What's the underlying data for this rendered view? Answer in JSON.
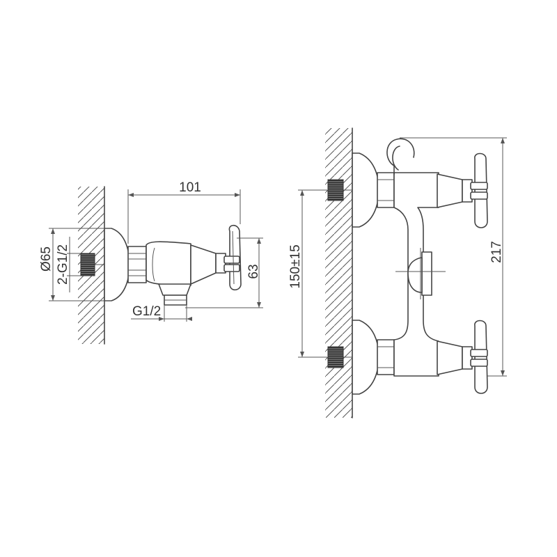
{
  "dimensions": {
    "side_width": "101",
    "side_height": "63",
    "flange_diameter": "Ø65",
    "inlet_thread": "2-G1/2",
    "outlet_thread": "G1/2",
    "inlet_spacing": "150±15",
    "overall_height": "217"
  },
  "colors": {
    "line": "#444444",
    "background": "#ffffff"
  }
}
